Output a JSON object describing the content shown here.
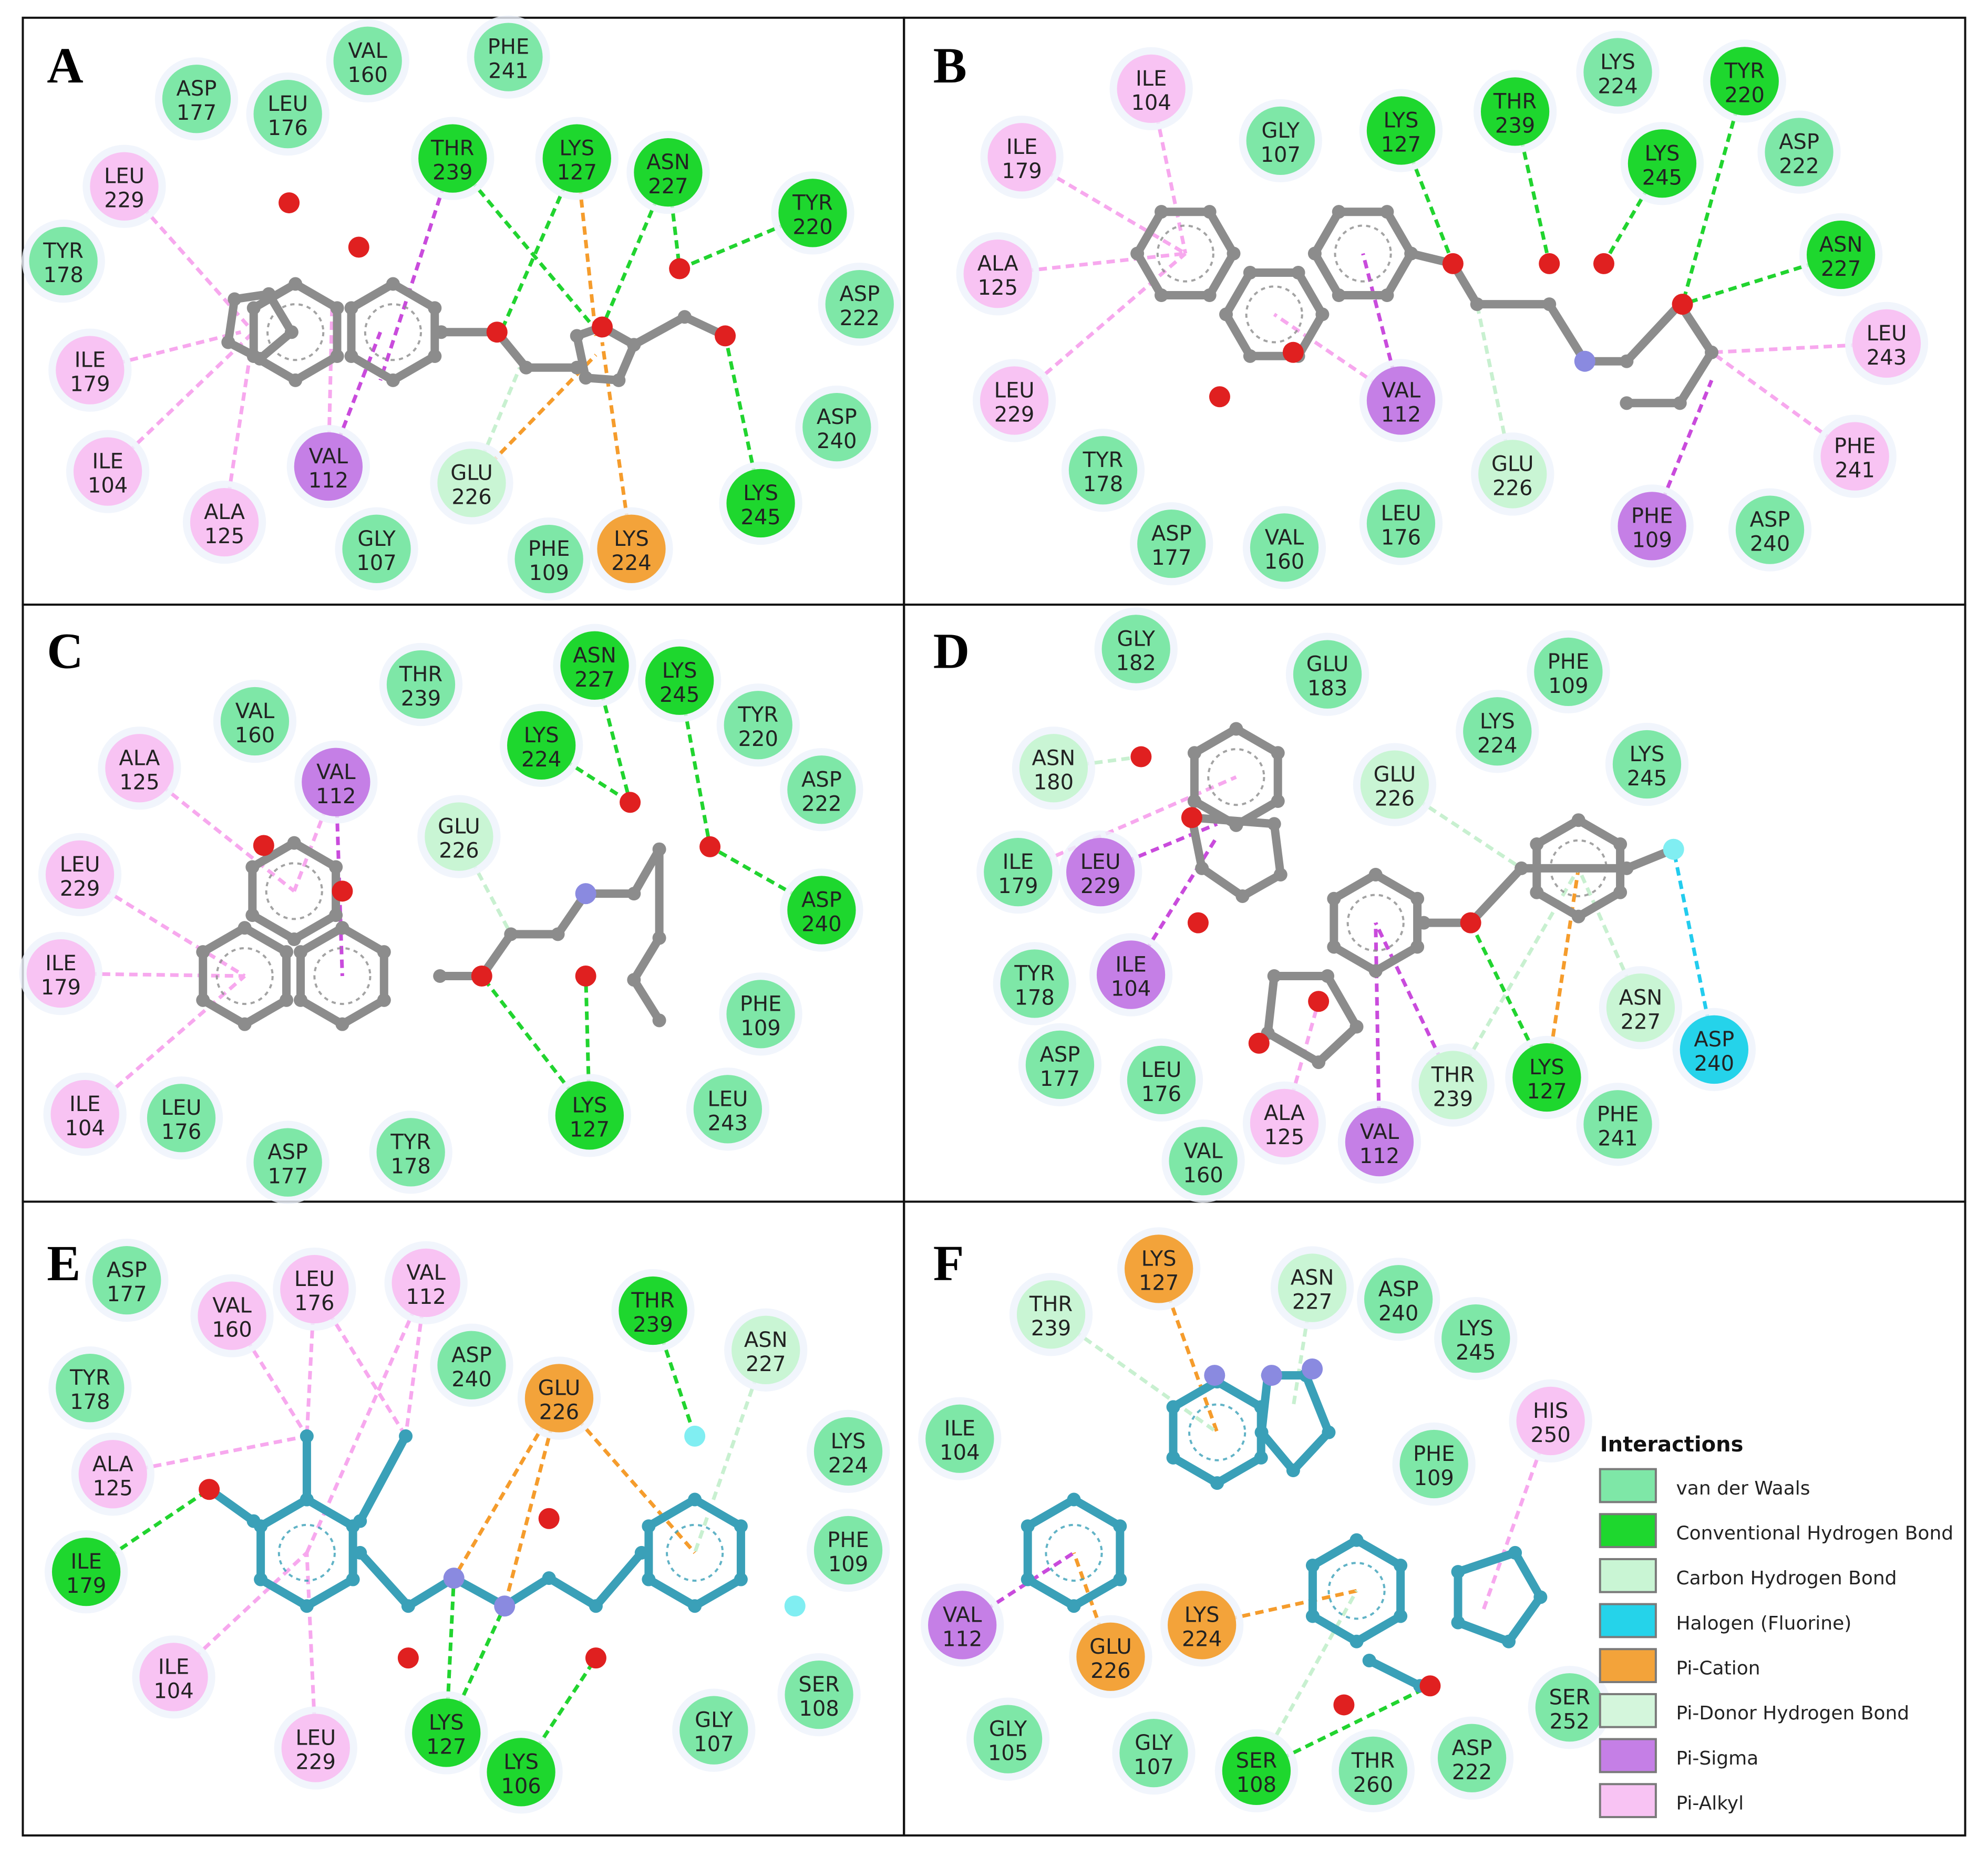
{
  "colors": {
    "vdw": "#7ee7a7",
    "hbond": "#1ed72e",
    "chbond": "#c9f5d4",
    "halogen": "#25d3ea",
    "pication": "#f3a33a",
    "pidonor": "#d4f6dc",
    "pisigma": "#c57fe6",
    "pialkyl": "#f8c3f3",
    "carbon_grey": "#8c8c8c",
    "carbon_teal": "#3aa0b8",
    "oxygen": "#e02020",
    "nitrogen": "#8a8ae0",
    "fluorine": "#80eef2",
    "hb_line": "#21d42f",
    "pi_line": "#f59c2c",
    "sigma_line": "#c94bdc",
    "alkyl_line": "#f7a8ee",
    "ch_line": "#c8f0d0",
    "hal_line": "#22ccee"
  },
  "legend": {
    "title": "Interactions",
    "items": [
      {
        "key": "vdw",
        "label": "van der Waals"
      },
      {
        "key": "hbond",
        "label": "Conventional Hydrogen Bond"
      },
      {
        "key": "chbond",
        "label": "Carbon Hydrogen Bond"
      },
      {
        "key": "halogen",
        "label": "Halogen (Fluorine)"
      },
      {
        "key": "pication",
        "label": "Pi-Cation"
      },
      {
        "key": "pidonor",
        "label": "Pi-Donor Hydrogen Bond"
      },
      {
        "key": "pisigma",
        "label": "Pi-Sigma"
      },
      {
        "key": "pialkyl",
        "label": "Pi-Alkyl"
      }
    ]
  },
  "panels": [
    {
      "letter": "A",
      "carbon": "grey",
      "residues": [
        {
          "n": "ASP",
          "i": "177",
          "t": "vdw"
        },
        {
          "n": "LEU",
          "i": "176",
          "t": "vdw"
        },
        {
          "n": "VAL",
          "i": "160",
          "t": "vdw"
        },
        {
          "n": "PHE",
          "i": "241",
          "t": "vdw"
        },
        {
          "n": "THR",
          "i": "239",
          "t": "hbond"
        },
        {
          "n": "LYS",
          "i": "127",
          "t": "hbond"
        },
        {
          "n": "ASN",
          "i": "227",
          "t": "hbond"
        },
        {
          "n": "TYR",
          "i": "220",
          "t": "hbond"
        },
        {
          "n": "LEU",
          "i": "229",
          "t": "pialkyl"
        },
        {
          "n": "TYR",
          "i": "178",
          "t": "vdw"
        },
        {
          "n": "ASP",
          "i": "222",
          "t": "vdw"
        },
        {
          "n": "ILE",
          "i": "179",
          "t": "pialkyl"
        },
        {
          "n": "ASP",
          "i": "240",
          "t": "vdw"
        },
        {
          "n": "ILE",
          "i": "104",
          "t": "pialkyl"
        },
        {
          "n": "VAL",
          "i": "112",
          "t": "pisigma"
        },
        {
          "n": "GLU",
          "i": "226",
          "t": "chbond"
        },
        {
          "n": "LYS",
          "i": "245",
          "t": "hbond"
        },
        {
          "n": "ALA",
          "i": "125",
          "t": "pialkyl"
        },
        {
          "n": "GLY",
          "i": "107",
          "t": "vdw"
        },
        {
          "n": "PHE",
          "i": "109",
          "t": "vdw"
        },
        {
          "n": "LYS",
          "i": "224",
          "t": "pication"
        }
      ]
    },
    {
      "letter": "B",
      "carbon": "grey",
      "residues": [
        {
          "n": "ILE",
          "i": "104",
          "t": "pialkyl"
        },
        {
          "n": "LYS",
          "i": "224",
          "t": "vdw"
        },
        {
          "n": "TYR",
          "i": "220",
          "t": "hbond"
        },
        {
          "n": "THR",
          "i": "239",
          "t": "hbond"
        },
        {
          "n": "ILE",
          "i": "179",
          "t": "pialkyl"
        },
        {
          "n": "GLY",
          "i": "107",
          "t": "vdw"
        },
        {
          "n": "LYS",
          "i": "127",
          "t": "hbond"
        },
        {
          "n": "LYS",
          "i": "245",
          "t": "hbond"
        },
        {
          "n": "ASP",
          "i": "222",
          "t": "vdw"
        },
        {
          "n": "ALA",
          "i": "125",
          "t": "pialkyl"
        },
        {
          "n": "ASN",
          "i": "227",
          "t": "hbond"
        },
        {
          "n": "LEU",
          "i": "243",
          "t": "pialkyl"
        },
        {
          "n": "LEU",
          "i": "229",
          "t": "pialkyl"
        },
        {
          "n": "VAL",
          "i": "112",
          "t": "pisigma"
        },
        {
          "n": "PHE",
          "i": "241",
          "t": "pialkyl"
        },
        {
          "n": "TYR",
          "i": "178",
          "t": "vdw"
        },
        {
          "n": "GLU",
          "i": "226",
          "t": "chbond"
        },
        {
          "n": "LEU",
          "i": "176",
          "t": "vdw"
        },
        {
          "n": "ASP",
          "i": "177",
          "t": "vdw"
        },
        {
          "n": "VAL",
          "i": "160",
          "t": "vdw"
        },
        {
          "n": "PHE",
          "i": "109",
          "t": "pisigma"
        },
        {
          "n": "ASP",
          "i": "240",
          "t": "vdw"
        }
      ]
    },
    {
      "letter": "C",
      "carbon": "grey",
      "residues": [
        {
          "n": "ASN",
          "i": "227",
          "t": "hbond"
        },
        {
          "n": "LYS",
          "i": "245",
          "t": "hbond"
        },
        {
          "n": "THR",
          "i": "239",
          "t": "vdw"
        },
        {
          "n": "VAL",
          "i": "160",
          "t": "vdw"
        },
        {
          "n": "TYR",
          "i": "220",
          "t": "vdw"
        },
        {
          "n": "LYS",
          "i": "224",
          "t": "hbond"
        },
        {
          "n": "ALA",
          "i": "125",
          "t": "pialkyl"
        },
        {
          "n": "VAL",
          "i": "112",
          "t": "pisigma"
        },
        {
          "n": "ASP",
          "i": "222",
          "t": "vdw"
        },
        {
          "n": "GLU",
          "i": "226",
          "t": "chbond"
        },
        {
          "n": "LEU",
          "i": "229",
          "t": "pialkyl"
        },
        {
          "n": "ASP",
          "i": "240",
          "t": "hbond"
        },
        {
          "n": "ILE",
          "i": "179",
          "t": "pialkyl"
        },
        {
          "n": "PHE",
          "i": "109",
          "t": "vdw"
        },
        {
          "n": "ILE",
          "i": "104",
          "t": "pialkyl"
        },
        {
          "n": "LEU",
          "i": "176",
          "t": "vdw"
        },
        {
          "n": "LYS",
          "i": "127",
          "t": "hbond"
        },
        {
          "n": "LEU",
          "i": "243",
          "t": "vdw"
        },
        {
          "n": "ASP",
          "i": "177",
          "t": "vdw"
        },
        {
          "n": "TYR",
          "i": "178",
          "t": "vdw"
        }
      ]
    },
    {
      "letter": "D",
      "carbon": "grey",
      "residues": [
        {
          "n": "GLY",
          "i": "182",
          "t": "vdw"
        },
        {
          "n": "GLU",
          "i": "183",
          "t": "vdw"
        },
        {
          "n": "PHE",
          "i": "109",
          "t": "vdw"
        },
        {
          "n": "LYS",
          "i": "224",
          "t": "vdw"
        },
        {
          "n": "ASN",
          "i": "180",
          "t": "chbond"
        },
        {
          "n": "GLU",
          "i": "226",
          "t": "chbond"
        },
        {
          "n": "LYS",
          "i": "245",
          "t": "vdw"
        },
        {
          "n": "ILE",
          "i": "179",
          "t": "vdw"
        },
        {
          "n": "LEU",
          "i": "229",
          "t": "pisigma"
        },
        {
          "n": "TYR",
          "i": "178",
          "t": "vdw"
        },
        {
          "n": "ILE",
          "i": "104",
          "t": "pisigma"
        },
        {
          "n": "ASN",
          "i": "227",
          "t": "chbond"
        },
        {
          "n": "ASP",
          "i": "240",
          "t": "halogen"
        },
        {
          "n": "ASP",
          "i": "177",
          "t": "vdw"
        },
        {
          "n": "LEU",
          "i": "176",
          "t": "vdw"
        },
        {
          "n": "THR",
          "i": "239",
          "t": "chbond"
        },
        {
          "n": "LYS",
          "i": "127",
          "t": "hbond"
        },
        {
          "n": "ALA",
          "i": "125",
          "t": "pialkyl"
        },
        {
          "n": "VAL",
          "i": "112",
          "t": "pisigma"
        },
        {
          "n": "PHE",
          "i": "241",
          "t": "vdw"
        },
        {
          "n": "VAL",
          "i": "160",
          "t": "vdw"
        }
      ]
    },
    {
      "letter": "E",
      "carbon": "teal",
      "residues": [
        {
          "n": "ASP",
          "i": "177",
          "t": "vdw"
        },
        {
          "n": "LEU",
          "i": "176",
          "t": "pialkyl"
        },
        {
          "n": "VAL",
          "i": "112",
          "t": "pialkyl"
        },
        {
          "n": "VAL",
          "i": "160",
          "t": "pialkyl"
        },
        {
          "n": "THR",
          "i": "239",
          "t": "hbond"
        },
        {
          "n": "ASN",
          "i": "227",
          "t": "chbond"
        },
        {
          "n": "TYR",
          "i": "178",
          "t": "vdw"
        },
        {
          "n": "ASP",
          "i": "240",
          "t": "vdw"
        },
        {
          "n": "GLU",
          "i": "226",
          "t": "pication"
        },
        {
          "n": "LYS",
          "i": "224",
          "t": "vdw"
        },
        {
          "n": "ALA",
          "i": "125",
          "t": "pialkyl"
        },
        {
          "n": "PHE",
          "i": "109",
          "t": "vdw"
        },
        {
          "n": "ILE",
          "i": "179",
          "t": "hbond"
        },
        {
          "n": "ILE",
          "i": "104",
          "t": "pialkyl"
        },
        {
          "n": "SER",
          "i": "108",
          "t": "vdw"
        },
        {
          "n": "LEU",
          "i": "229",
          "t": "pialkyl"
        },
        {
          "n": "LYS",
          "i": "127",
          "t": "hbond"
        },
        {
          "n": "GLY",
          "i": "107",
          "t": "vdw"
        },
        {
          "n": "LYS",
          "i": "106",
          "t": "hbond"
        }
      ]
    },
    {
      "letter": "F",
      "carbon": "teal",
      "residues": [
        {
          "n": "LYS",
          "i": "127",
          "t": "pication"
        },
        {
          "n": "ASN",
          "i": "227",
          "t": "chbond"
        },
        {
          "n": "THR",
          "i": "239",
          "t": "chbond"
        },
        {
          "n": "ASP",
          "i": "240",
          "t": "vdw"
        },
        {
          "n": "LYS",
          "i": "245",
          "t": "vdw"
        },
        {
          "n": "HIS",
          "i": "250",
          "t": "pialkyl"
        },
        {
          "n": "ILE",
          "i": "104",
          "t": "vdw"
        },
        {
          "n": "PHE",
          "i": "109",
          "t": "vdw"
        },
        {
          "n": "VAL",
          "i": "112",
          "t": "pisigma"
        },
        {
          "n": "LYS",
          "i": "224",
          "t": "pication"
        },
        {
          "n": "GLU",
          "i": "226",
          "t": "pication"
        },
        {
          "n": "SER",
          "i": "252",
          "t": "vdw"
        },
        {
          "n": "GLY",
          "i": "105",
          "t": "vdw"
        },
        {
          "n": "GLY",
          "i": "107",
          "t": "vdw"
        },
        {
          "n": "SER",
          "i": "108",
          "t": "hbond"
        },
        {
          "n": "THR",
          "i": "260",
          "t": "vdw"
        },
        {
          "n": "ASP",
          "i": "222",
          "t": "vdw"
        }
      ]
    }
  ]
}
